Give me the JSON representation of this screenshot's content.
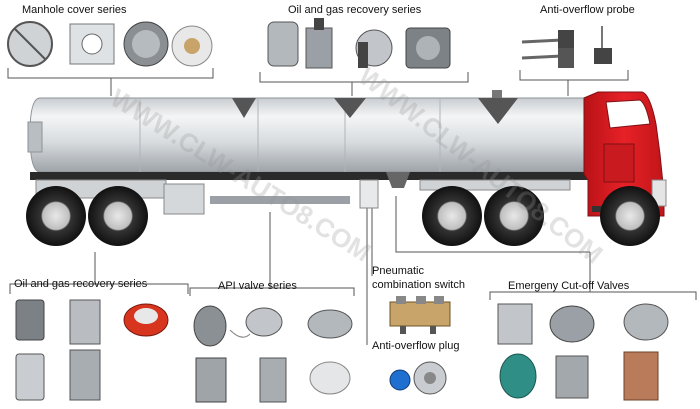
{
  "labels": {
    "manhole": "Manhole cover series",
    "oil_gas_top": "Oil and gas recovery series",
    "anti_overflow_probe": "Anti-overflow probe",
    "oil_gas_bottom": "Oil and gas recovery series",
    "api_valve": "API valve series",
    "pneumatic_line1": "Pneumatic",
    "pneumatic_line2": "combination switch",
    "anti_overflow_plug": "Anti-overflow plug",
    "emergency": "Emergeny Cut-off Valves"
  },
  "watermark": "WWW.CLW-AUTO8.COM",
  "colors": {
    "cab_red": "#e0191d",
    "tank_silver": "#d9dde0",
    "chassis": "#2a2a2a",
    "callout_line": "#555555",
    "accent_red": "#d8351f",
    "accent_blue": "#1f6fd0",
    "accent_teal": "#2f8f87"
  },
  "icons": [
    "manhole-cover-icon",
    "recovery-valve-icon",
    "overflow-probe-icon",
    "coupler-icon",
    "api-valve-icon",
    "pneumatic-switch-icon",
    "overflow-plug-icon",
    "cutoff-valve-icon"
  ]
}
